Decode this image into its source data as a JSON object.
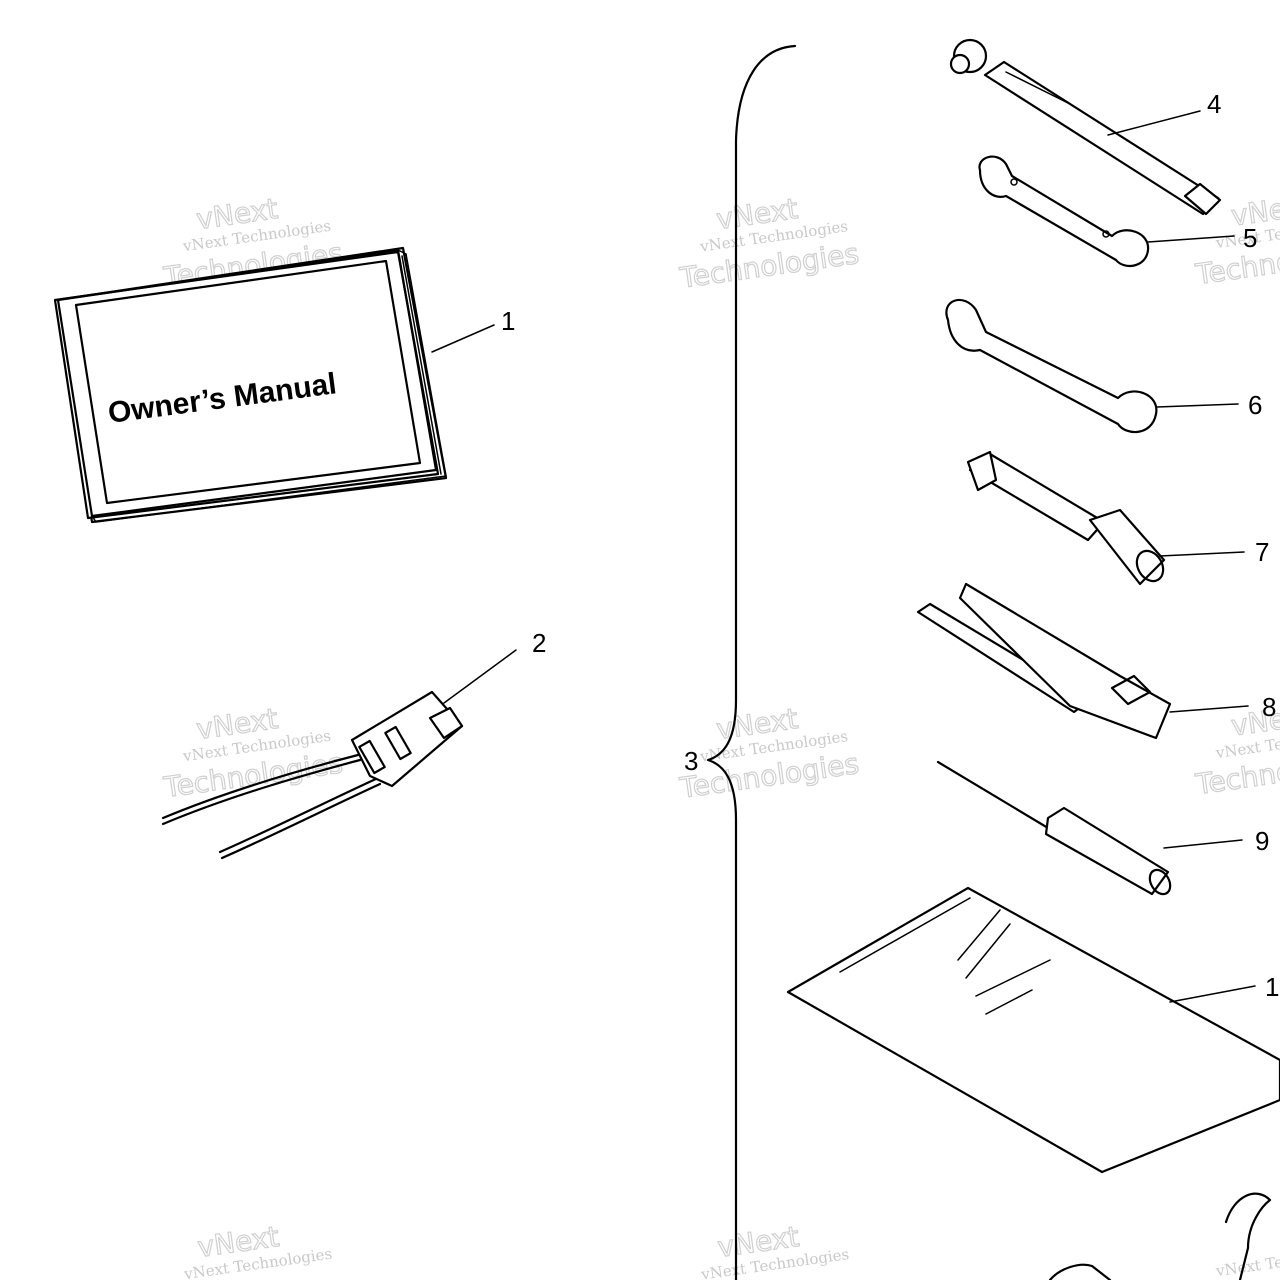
{
  "manual": {
    "title": "Owner’s Manual"
  },
  "callouts": [
    {
      "id": "1",
      "label": "1"
    },
    {
      "id": "2",
      "label": "2"
    },
    {
      "id": "3",
      "label": "3"
    },
    {
      "id": "4",
      "label": "4"
    },
    {
      "id": "5",
      "label": "5"
    },
    {
      "id": "6",
      "label": "6"
    },
    {
      "id": "7",
      "label": "7"
    },
    {
      "id": "8",
      "label": "8"
    },
    {
      "id": "9",
      "label": "9"
    },
    {
      "id": "10",
      "label": "1"
    }
  ],
  "watermark": {
    "line1": "vNext Technologies",
    "big1": "vNext",
    "big2": "Technologies"
  }
}
